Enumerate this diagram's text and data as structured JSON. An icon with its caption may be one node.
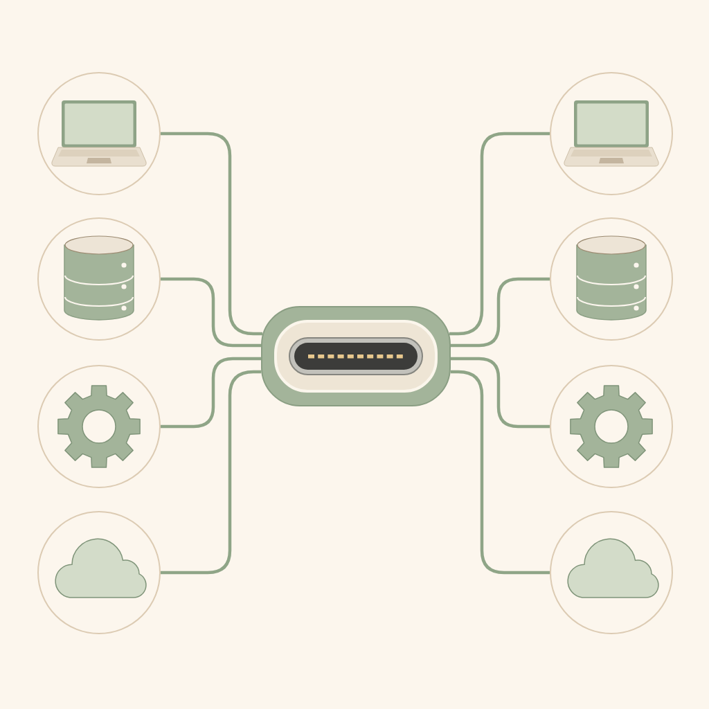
{
  "diagram": {
    "nodes": [
      {
        "text": [],
        "shape": "circle"
      },
      {
        "text": [],
        "shape": "circle"
      },
      {
        "text": [],
        "shape": "circle"
      },
      {
        "text": [],
        "shape": "circle"
      },
      {
        "text": [],
        "shape": "picture"
      },
      {
        "text": [],
        "shape": "circle"
      },
      {
        "text": [],
        "shape": "circle"
      },
      {
        "text": [],
        "shape": "circle"
      },
      {
        "text": [],
        "shape": "circle"
      }
    ],
    "edges": [
      {
        "from": 0,
        "to": 4,
        "arrow": "none"
      },
      {
        "from": 1,
        "to": 4,
        "arrow": "none"
      },
      {
        "from": 2,
        "to": 4,
        "arrow": "none"
      },
      {
        "from": 3,
        "to": 4,
        "arrow": "none"
      },
      {
        "from": 5,
        "to": 4,
        "arrow": "none"
      },
      {
        "from": 6,
        "to": 4,
        "arrow": "none"
      },
      {
        "from": 7,
        "to": 4,
        "arrow": "none"
      },
      {
        "from": 8,
        "to": 4,
        "arrow": "none"
      }
    ]
  }
}
